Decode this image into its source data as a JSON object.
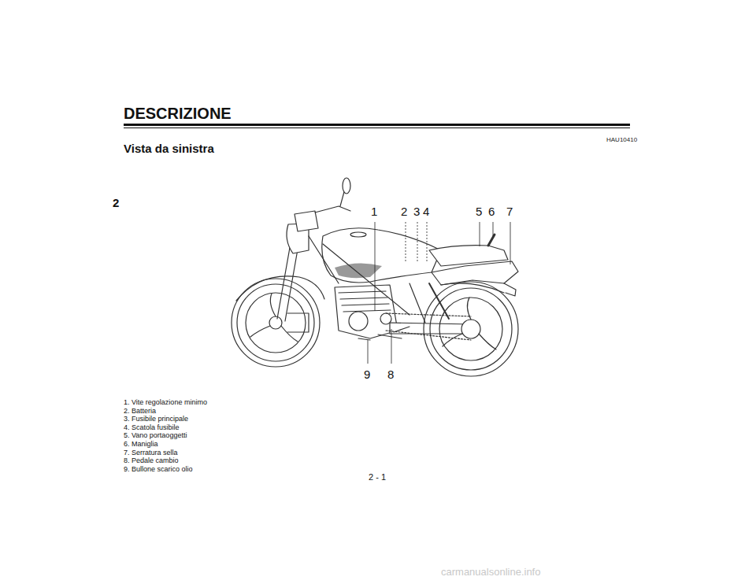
{
  "diagram": {
    "title": "DESCRIZIONE",
    "labels": [
      "2",
      "HAU10410",
      "Vista da sinistra",
      "1",
      "2",
      "3",
      "4",
      "5",
      "6",
      "7",
      "9",
      "8",
      "1. Vite regolazione minimo",
      "2. Batteria",
      "3. Fusibile principale",
      "4. Scatola fusibile",
      "5. Vano portaoggetti",
      "6. Maniglia",
      "7. Serratura sella",
      "8. Pedale cambio",
      "9. Bullone scarico olio",
      "2 - 1",
      "carmanualsonline.info"
    ]
  }
}
